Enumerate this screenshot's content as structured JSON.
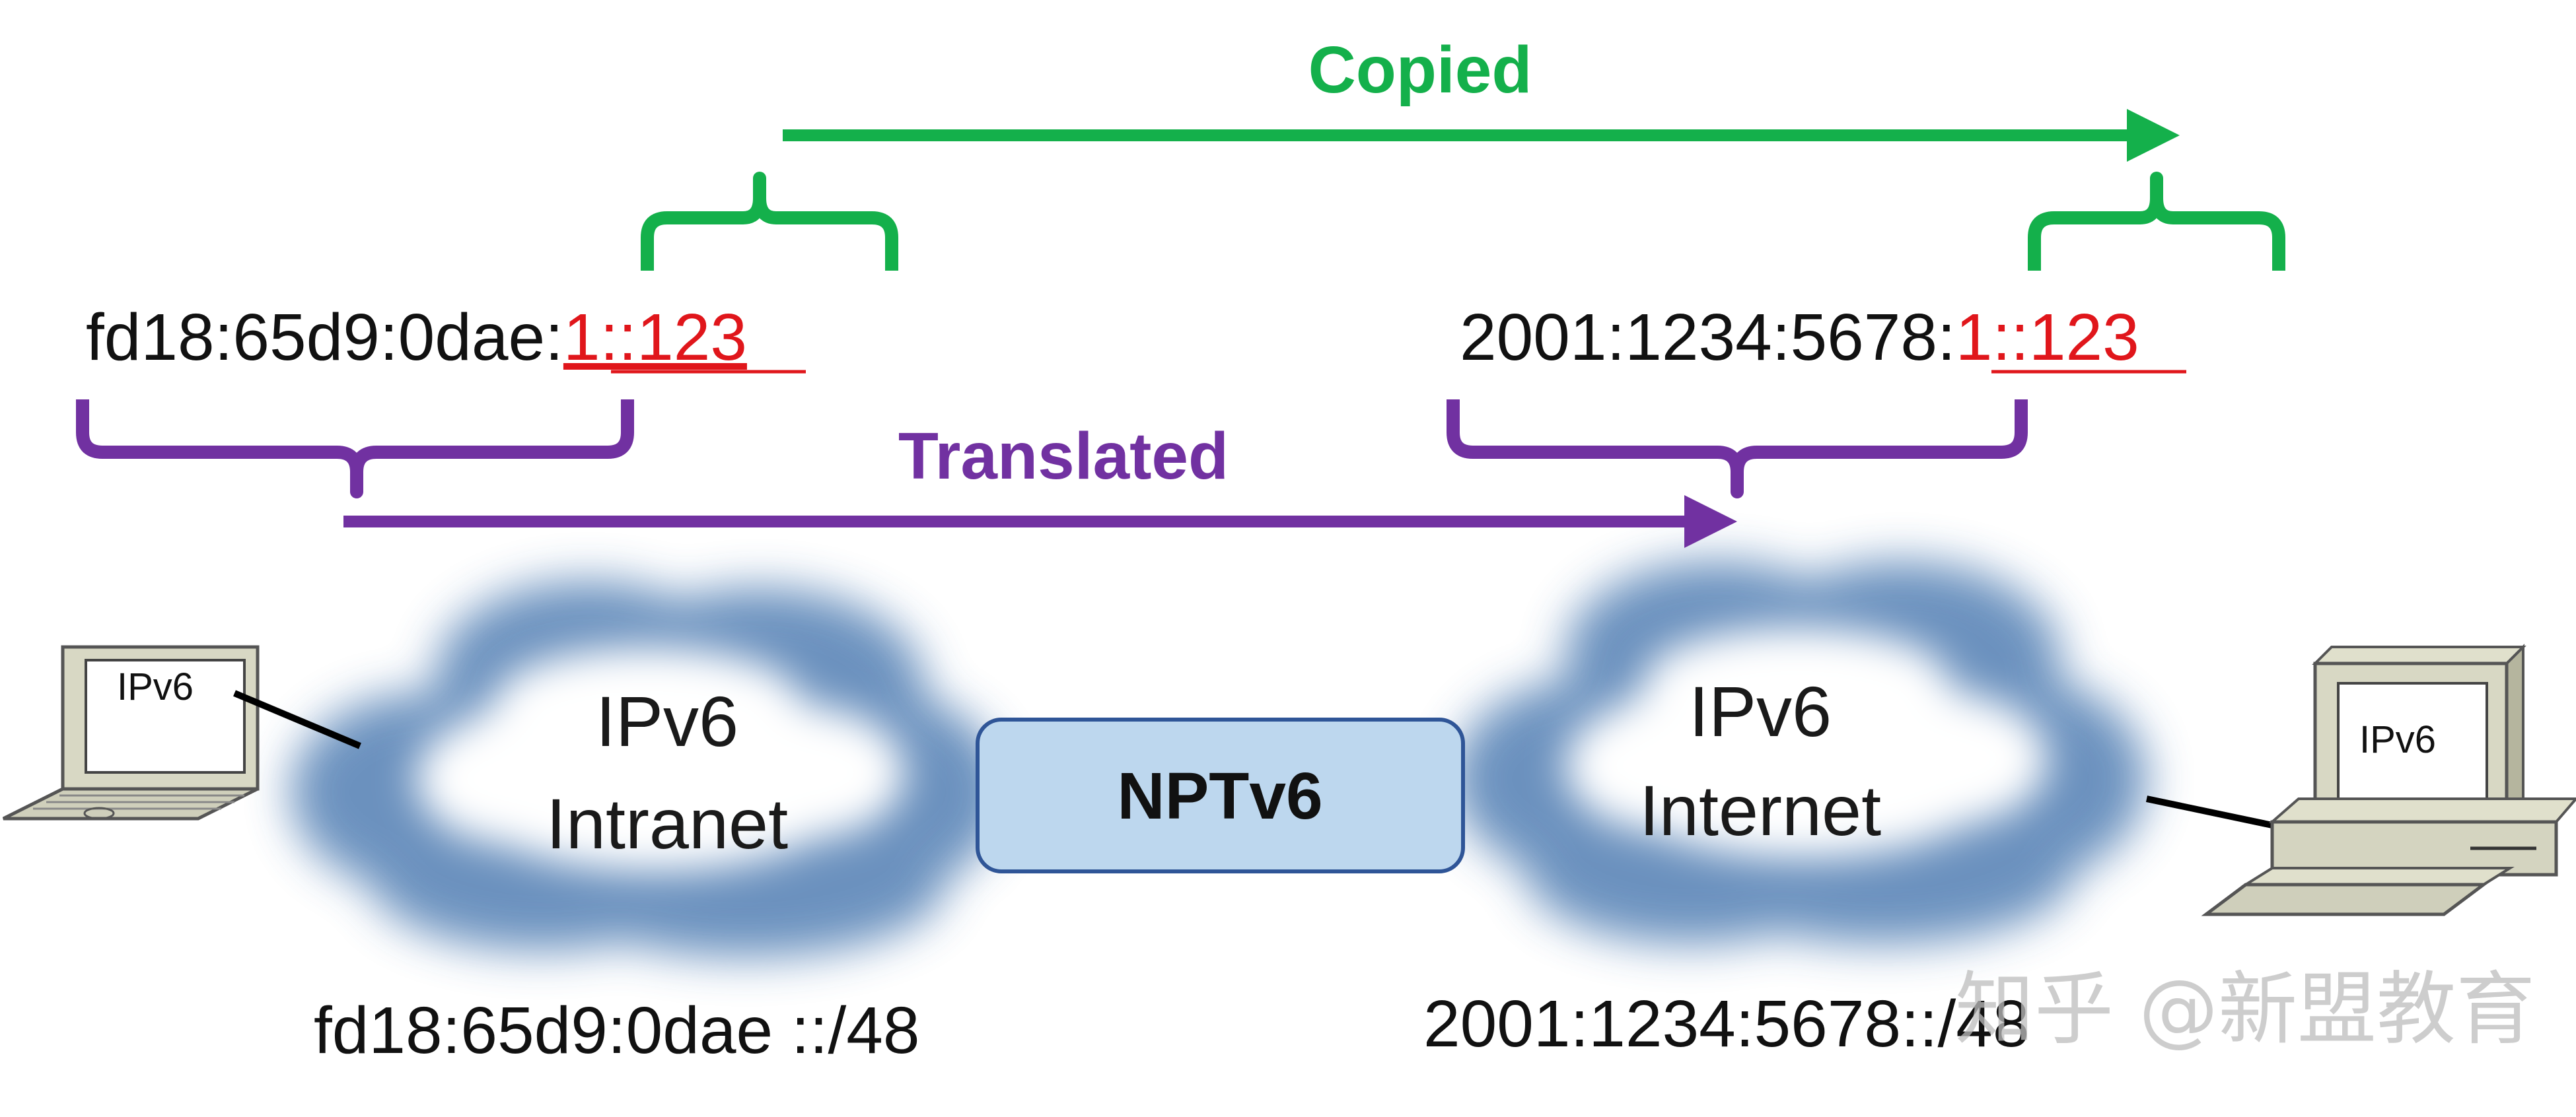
{
  "labels": {
    "copied": "Copied",
    "translated": "Translated"
  },
  "addresses": {
    "left_prefix": "fd18:65d9:0dae:",
    "left_suffix": "1::123",
    "right_prefix": "2001:1234:5678:",
    "right_suffix": "1::123",
    "left_network": "fd18:65d9:0dae ::/48",
    "right_network": "2001:1234:5678::/48"
  },
  "clouds": {
    "left_line1": "IPv6",
    "left_line2": "Intranet",
    "right_line1": "IPv6",
    "right_line2": "Internet"
  },
  "translator": {
    "label": "NPTv6"
  },
  "devices": {
    "laptop_screen": "IPv6",
    "desktop_screen": "IPv6"
  },
  "watermark": "知乎 @新盟教育",
  "colors": {
    "copied": "#14b04b",
    "translated": "#7131a1",
    "highlight": "#e0161b",
    "box_fill": "#bdd7ee",
    "box_stroke": "#2f5597",
    "cloud": "#5b86b8"
  }
}
